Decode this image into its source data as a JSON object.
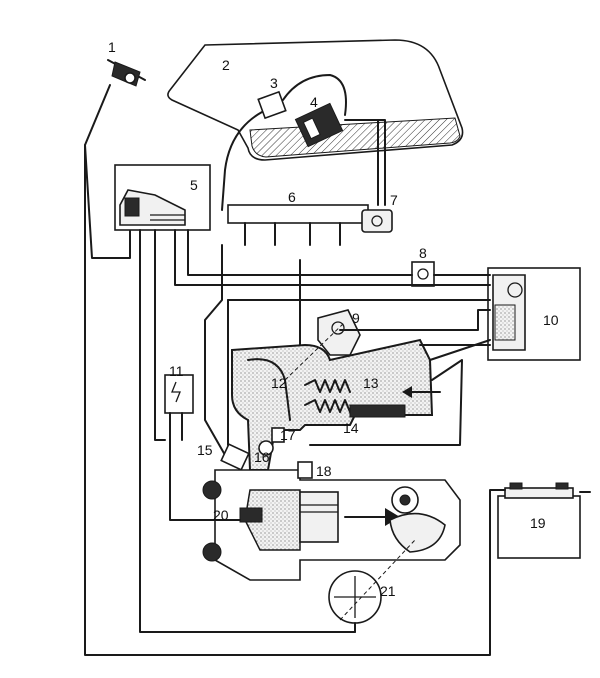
{
  "colors": {
    "ink": "#1a1a1a",
    "paper": "#ffffff",
    "fill": "#f1f1f1"
  },
  "labels": {
    "l1": "1",
    "l2": "2",
    "l3": "3",
    "l4": "4",
    "l5": "5",
    "l6": "6",
    "l7": "7",
    "l8": "8",
    "l9": "9",
    "l10": "10",
    "l11": "11",
    "l12": "12",
    "l13": "13",
    "l14": "14",
    "l15": "15",
    "l16": "16",
    "l17": "17",
    "l18": "18",
    "l19": "19",
    "l20": "20",
    "l21": "21"
  }
}
